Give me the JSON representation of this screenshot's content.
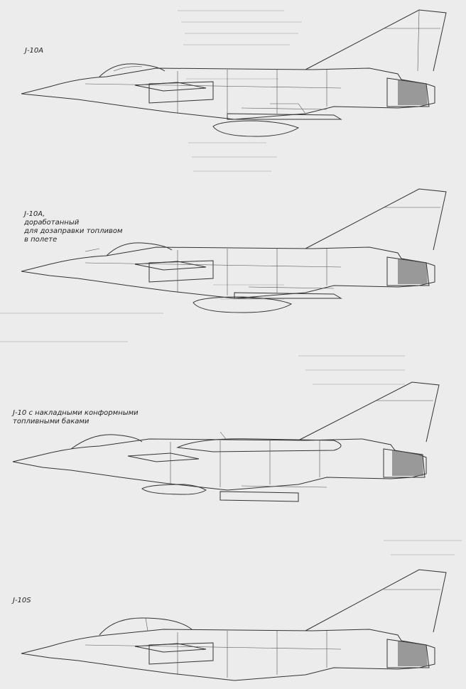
{
  "aircraft": [
    {
      "id": "j10a",
      "caption_lines": [
        "J-10A"
      ]
    },
    {
      "id": "j10a-refuel",
      "caption_lines": [
        "J-10A,",
        "доработанный",
        "для дозаправки топливом",
        "в полете"
      ]
    },
    {
      "id": "j10-cft",
      "caption_lines": [
        "J-10 с накладными конформными",
        "топливными баками"
      ]
    },
    {
      "id": "j10s",
      "caption_lines": [
        "J-10S"
      ]
    }
  ]
}
